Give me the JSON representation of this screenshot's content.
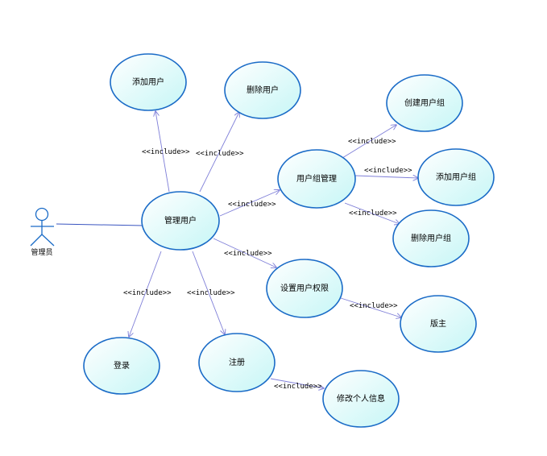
{
  "colors": {
    "usecase_fill_top": "#ffffff",
    "usecase_fill_bottom": "#c6f6f6",
    "usecase_stroke": "#1a6bc7",
    "connector": "#7f7fd8",
    "association": "#3a55c0",
    "actor_stroke": "#1a6bc7"
  },
  "actor": {
    "name": "管理员"
  },
  "use_cases": {
    "add_user": "添加用户",
    "delete_user": "删除用户",
    "manage_user": "管理用户",
    "group_manage": "用户组管理",
    "create_group": "创建用户组",
    "add_group": "添加用户组",
    "delete_group": "删除用户组",
    "set_permission": "设置用户权限",
    "moderator": "版主",
    "login": "登录",
    "register": "注册",
    "edit_profile": "修改个人信息"
  },
  "relation_label": "<<include>>"
}
